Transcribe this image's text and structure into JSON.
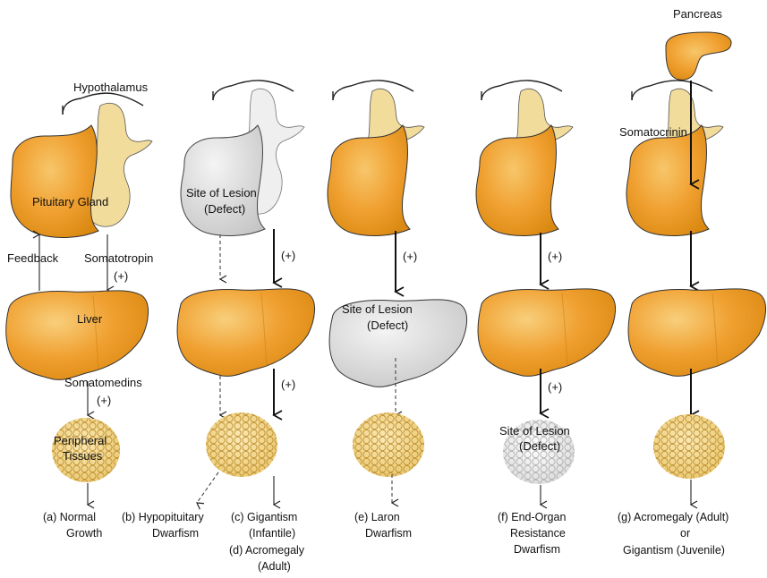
{
  "colors": {
    "orange": "#f0a030",
    "orange_dark": "#e08a12",
    "tan": "#f3dfa0",
    "gray": "#d9d9d9",
    "cells": "#f2d68a"
  },
  "labels": {
    "hypothalamus": "Hypothalamus",
    "pituitary_gland": "Pituitary Gland",
    "feedback": "Feedback",
    "somatotropin": "Somatotropin",
    "plus": "(+)",
    "liver": "Liver",
    "somatomedins": "Somatomedins",
    "peripheral_1": "Peripheral",
    "peripheral_2": "Tissues",
    "site_of_lesion": "Site of Lesion",
    "defect": "(Defect)",
    "pancreas": "Pancreas",
    "somatocrinin": "Somatocrinin"
  },
  "captions": {
    "a_1": "(a) Normal",
    "a_2": "Growth",
    "b_1": "(b) Hypopituitary",
    "b_2": "Dwarfism",
    "c_1": "(c) Gigantism",
    "c_2": "(Infantile)",
    "d_1": "(d) Acromegaly",
    "d_2": "(Adult)",
    "e_1": "(e)  Laron",
    "e_2": "Dwarfism",
    "f_1": "(f) End-Organ",
    "f_2": "Resistance",
    "f_3": "Dwarfism",
    "g_1": "(g) Acromegaly (Adult)",
    "g_2": "or",
    "g_3": "Gigantism (Juvenile)"
  }
}
